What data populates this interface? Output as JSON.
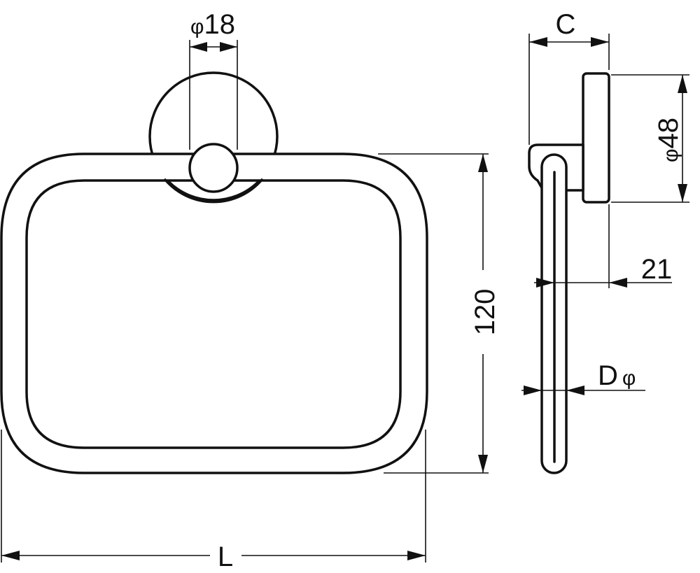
{
  "dimensions": {
    "ring_diameter": {
      "symbol": "φ",
      "value": "18"
    },
    "wall_projection": {
      "value": "C"
    },
    "plate_diameter": {
      "symbol": "φ",
      "value": "48"
    },
    "ring_height": {
      "value": "120"
    },
    "offset": {
      "value": "21"
    },
    "bar_diameter": {
      "value": "D",
      "symbol": "φ"
    },
    "overall_length": {
      "value": "L"
    }
  },
  "colors": {
    "line": "#111111",
    "background": "#ffffff"
  }
}
